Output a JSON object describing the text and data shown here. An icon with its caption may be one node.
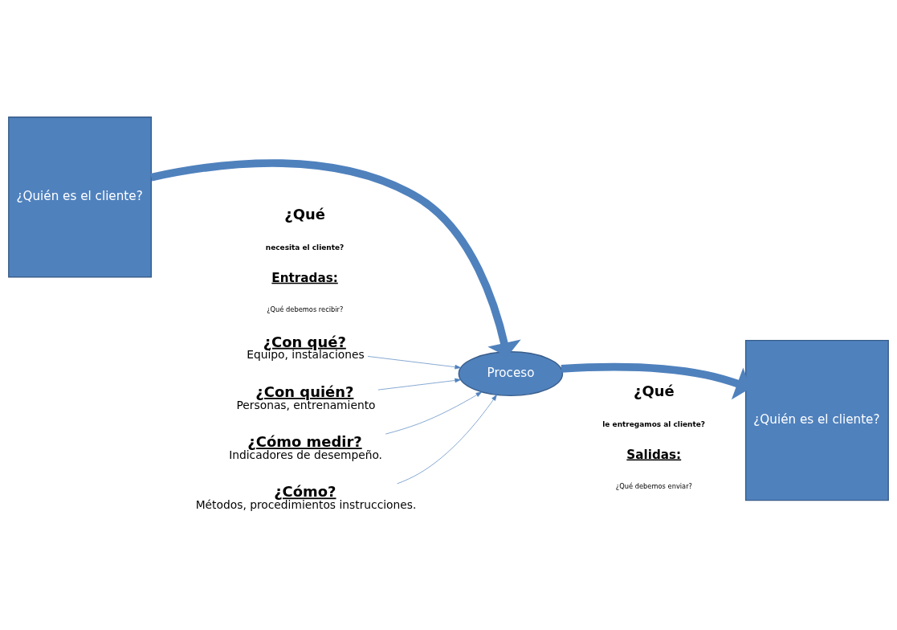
{
  "diagram": {
    "nodes": [
      {
        "text": [
          "¿Quién es el cliente?"
        ]
      },
      {
        "text": [
          "¿Con qué?",
          "Equipo, instalaciones"
        ]
      },
      {
        "text": [
          "¿Con quién?",
          "Personas, entrenamiento"
        ]
      },
      {
        "text": [
          "Proceso"
        ]
      },
      {
        "text": [
          "¿Quién es el cliente?"
        ]
      },
      {
        "text": [
          "¿Cómo medir?",
          "Indicadores de desempeño."
        ]
      },
      {
        "text": [
          "¿Cómo?",
          "Métodos, procedimientos instrucciones."
        ]
      }
    ],
    "edges": [
      {
        "from": 1,
        "to": 3,
        "arrow": "to"
      },
      {
        "from": 2,
        "to": 3,
        "arrow": "to"
      },
      {
        "from": 0,
        "to": 3,
        "arrow": "to",
        "style": "thick"
      },
      {
        "from": 3,
        "to": 4,
        "arrow": "to",
        "style": "thick"
      },
      {
        "from": 5,
        "to": 3,
        "arrow": "to"
      },
      {
        "from": 6,
        "to": 3,
        "arrow": "to"
      }
    ],
    "labels": [
      "¿Qué",
      "necesita el cliente?",
      "Entradas:",
      "¿Qué debemos recibir?",
      "¿Qué",
      "le entregamos al cliente?",
      "Salidas:",
      "¿Qué debemos enviar?"
    ]
  }
}
